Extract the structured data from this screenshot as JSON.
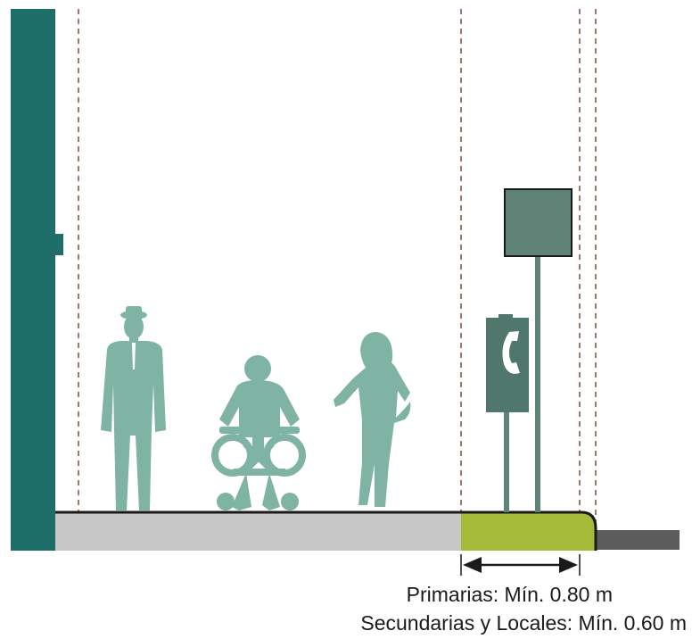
{
  "colors": {
    "wall": "#1d6d69",
    "figures": "#7fb3a4",
    "sidewalk": "#c7c7c7",
    "curb_zone": "#a6ba3a",
    "road": "#5c5c5c",
    "guide_lines": "#9c7a6a",
    "sign": "#5f8376",
    "phone_booth": "#4f776b",
    "outline": "#1a1a1a"
  },
  "icons": {
    "wall": "building-wall",
    "pedestrian_1": "man-in-hat-figure",
    "pedestrian_2": "wheelchair-user-figure",
    "pedestrian_3": "walking-woman-figure",
    "street_sign": "square-street-sign",
    "phone": "public-telephone-booth",
    "dimension": "double-arrow-dimension"
  },
  "captions": {
    "primary": "Primarias: Mín. 0.80 m",
    "secondary": "Secundarias y Locales: Mín. 0.60 m"
  }
}
